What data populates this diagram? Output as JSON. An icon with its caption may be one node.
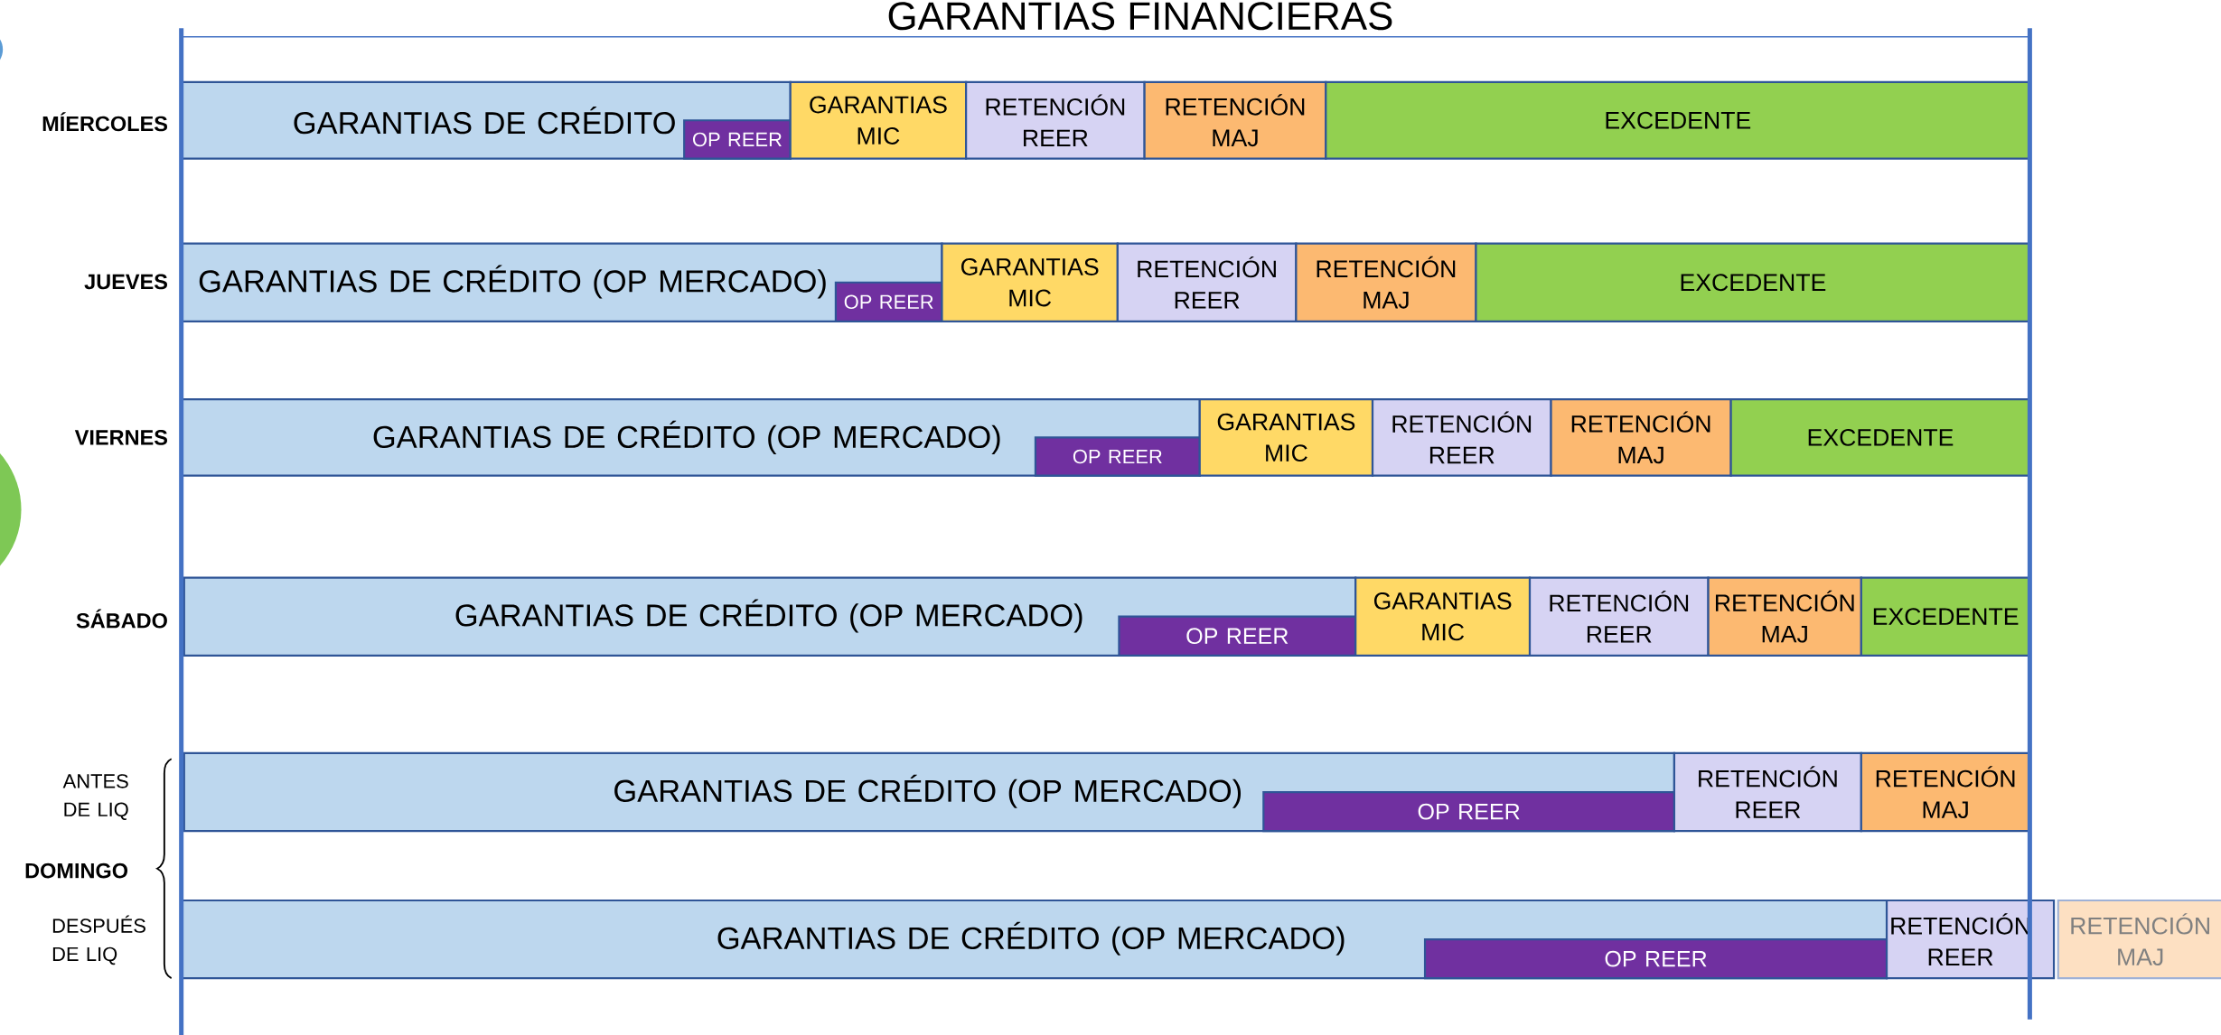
{
  "diagram": {
    "title": "GARANTIAS FINANCIERAS",
    "nodes": [
      {
        "text": [
          "GARANTIAS DE CRÉDITO"
        ]
      },
      {
        "text": [
          "OP REER"
        ],
        "in": 0
      },
      {
        "text": [
          "GARANTIAS MIC"
        ]
      },
      {
        "text": [
          "RETENCIÓN REER"
        ]
      },
      {
        "text": [
          "RETENCIÓN MAJ"
        ]
      },
      {
        "text": [
          "EXCEDENTE"
        ]
      },
      {
        "text": [
          "GARANTIAS DE CRÉDITO (OP MERCADO)"
        ]
      },
      {
        "text": [
          "OP REER"
        ],
        "in": 6
      },
      {
        "text": [
          "GARANTIAS MIC"
        ]
      },
      {
        "text": [
          "RETENCIÓN REER"
        ]
      },
      {
        "text": [
          "RETENCIÓN MAJ"
        ]
      },
      {
        "text": [
          "EXCEDENTE"
        ]
      },
      {
        "text": [
          "GARANTIAS DE CRÉDITO (OP MERCADO)"
        ]
      },
      {
        "text": [
          "OP REER"
        ],
        "in": 12
      },
      {
        "text": [
          "GARANTIAS MIC"
        ]
      },
      {
        "text": [
          "RETENCIÓN REER"
        ]
      },
      {
        "text": [
          "RETENCIÓN MAJ"
        ]
      },
      {
        "text": [
          "EXCEDENTE"
        ]
      },
      {
        "text": [
          "GARANTIAS DE CRÉDITO (OP MERCADO)"
        ]
      },
      {
        "text": [
          "OP REER"
        ],
        "in": 18
      },
      {
        "text": [
          "GARANTIAS MIC"
        ]
      },
      {
        "text": [
          "RETENCIÓN REER"
        ]
      },
      {
        "text": [
          "RETENCIÓN MAJ"
        ]
      },
      {
        "text": [
          "EXCEDENTE"
        ]
      },
      {
        "text": [
          "GARANTIAS DE CRÉDITO (OP MERCADO)"
        ]
      },
      {
        "text": [
          "OP REER"
        ],
        "in": 24
      },
      {
        "text": [
          "RETENCIÓN REER"
        ]
      },
      {
        "text": [
          "RETENCIÓN MAJ"
        ]
      },
      {
        "text": [
          "GARANTIAS DE CRÉDITO (OP MERCADO)"
        ]
      },
      {
        "text": [
          "OP REER"
        ],
        "in": 28
      },
      {
        "text": [
          "RETENCIÓN REER"
        ]
      },
      {
        "text": [
          "RETENCIÓN MAJ"
        ]
      }
    ],
    "labels": [
      "MÍERCOLES",
      "JUEVES",
      "VIERNES",
      "SÁBADO",
      "ANTES DE LIQ",
      "DOMINGO",
      "DESPUÉS DE LIQ"
    ]
  }
}
